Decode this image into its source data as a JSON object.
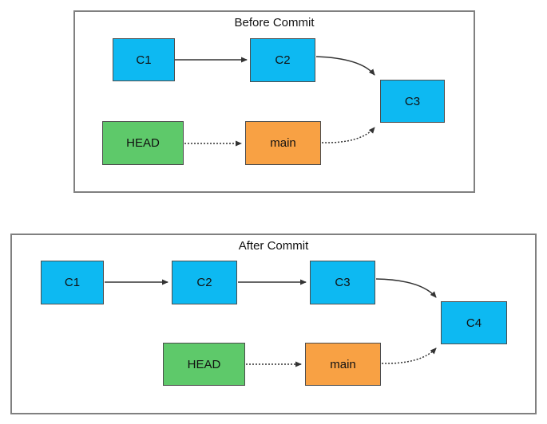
{
  "colors": {
    "commit_fill": "#0db9f2",
    "head_fill": "#5ec96a",
    "branch_fill": "#f8a144",
    "node_border": "#4d4d4d",
    "frame_border": "#808080",
    "arrow": "#333333",
    "text": "#111111",
    "background": "#ffffff"
  },
  "diagrams": [
    {
      "title": "Before Commit",
      "nodes": [
        {
          "label": "C1",
          "type": "commit"
        },
        {
          "label": "C2",
          "type": "commit"
        },
        {
          "label": "C3",
          "type": "commit"
        },
        {
          "label": "HEAD",
          "type": "head"
        },
        {
          "label": "main",
          "type": "branch"
        }
      ],
      "edges": [
        {
          "from": "C1",
          "to": "C2",
          "style": "solid"
        },
        {
          "from": "C2",
          "to": "C3",
          "style": "solid"
        },
        {
          "from": "HEAD",
          "to": "main",
          "style": "dotted"
        },
        {
          "from": "main",
          "to": "C3",
          "style": "dotted"
        }
      ]
    },
    {
      "title": "After Commit",
      "nodes": [
        {
          "label": "C1",
          "type": "commit"
        },
        {
          "label": "C2",
          "type": "commit"
        },
        {
          "label": "C3",
          "type": "commit"
        },
        {
          "label": "C4",
          "type": "commit"
        },
        {
          "label": "HEAD",
          "type": "head"
        },
        {
          "label": "main",
          "type": "branch"
        }
      ],
      "edges": [
        {
          "from": "C1",
          "to": "C2",
          "style": "solid"
        },
        {
          "from": "C2",
          "to": "C3",
          "style": "solid"
        },
        {
          "from": "C3",
          "to": "C4",
          "style": "solid"
        },
        {
          "from": "HEAD",
          "to": "main",
          "style": "dotted"
        },
        {
          "from": "main",
          "to": "C4",
          "style": "dotted"
        }
      ]
    }
  ]
}
